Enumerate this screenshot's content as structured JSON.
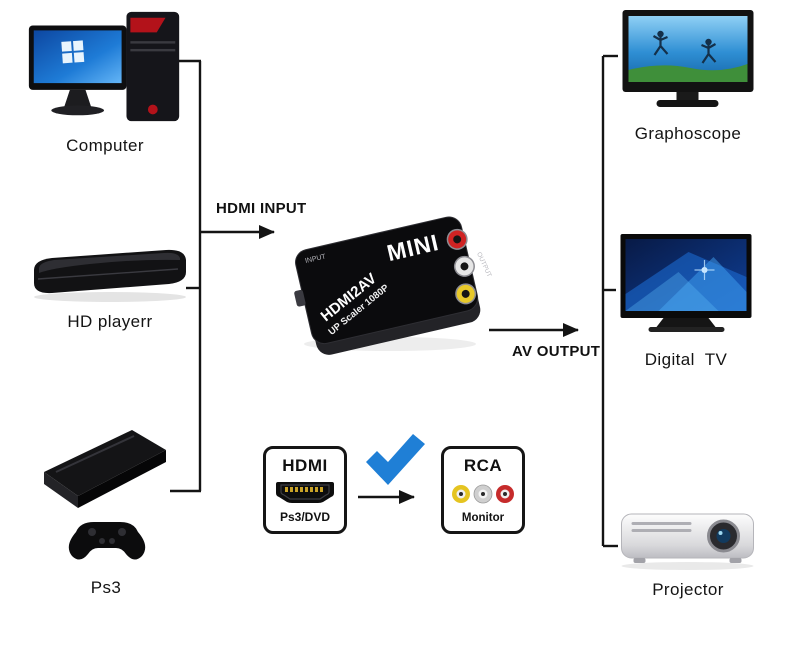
{
  "devices": {
    "sources": [
      {
        "label": "Computer"
      },
      {
        "label": "HD playerr"
      },
      {
        "label": "Ps3"
      }
    ],
    "outputs": [
      {
        "label": "Graphoscope"
      },
      {
        "label": "Digital  TV"
      },
      {
        "label": "Projector"
      }
    ]
  },
  "converter": {
    "brand": "MINI",
    "model": "HDMI2AV",
    "scaler": "UP Scaler 1080P",
    "input_port": "INPUT",
    "output_port": "OUTPUT"
  },
  "connections": {
    "input_label": "HDMI INPUT",
    "output_label": "AV OUTPUT"
  },
  "badges": {
    "hdmi": {
      "title": "HDMI",
      "subtitle": "Ps3/DVD"
    },
    "rca": {
      "title": "RCA",
      "subtitle": "Monitor"
    }
  },
  "colors": {
    "line": "#141414",
    "check": "#1f7fd6",
    "rca_yellow": "#e5c420",
    "rca_white": "#cfcfcf",
    "rca_red": "#c62b2b",
    "jack_red": "#cf2323",
    "jack_white": "#e6e6e6",
    "jack_yellow": "#e8c92a"
  }
}
